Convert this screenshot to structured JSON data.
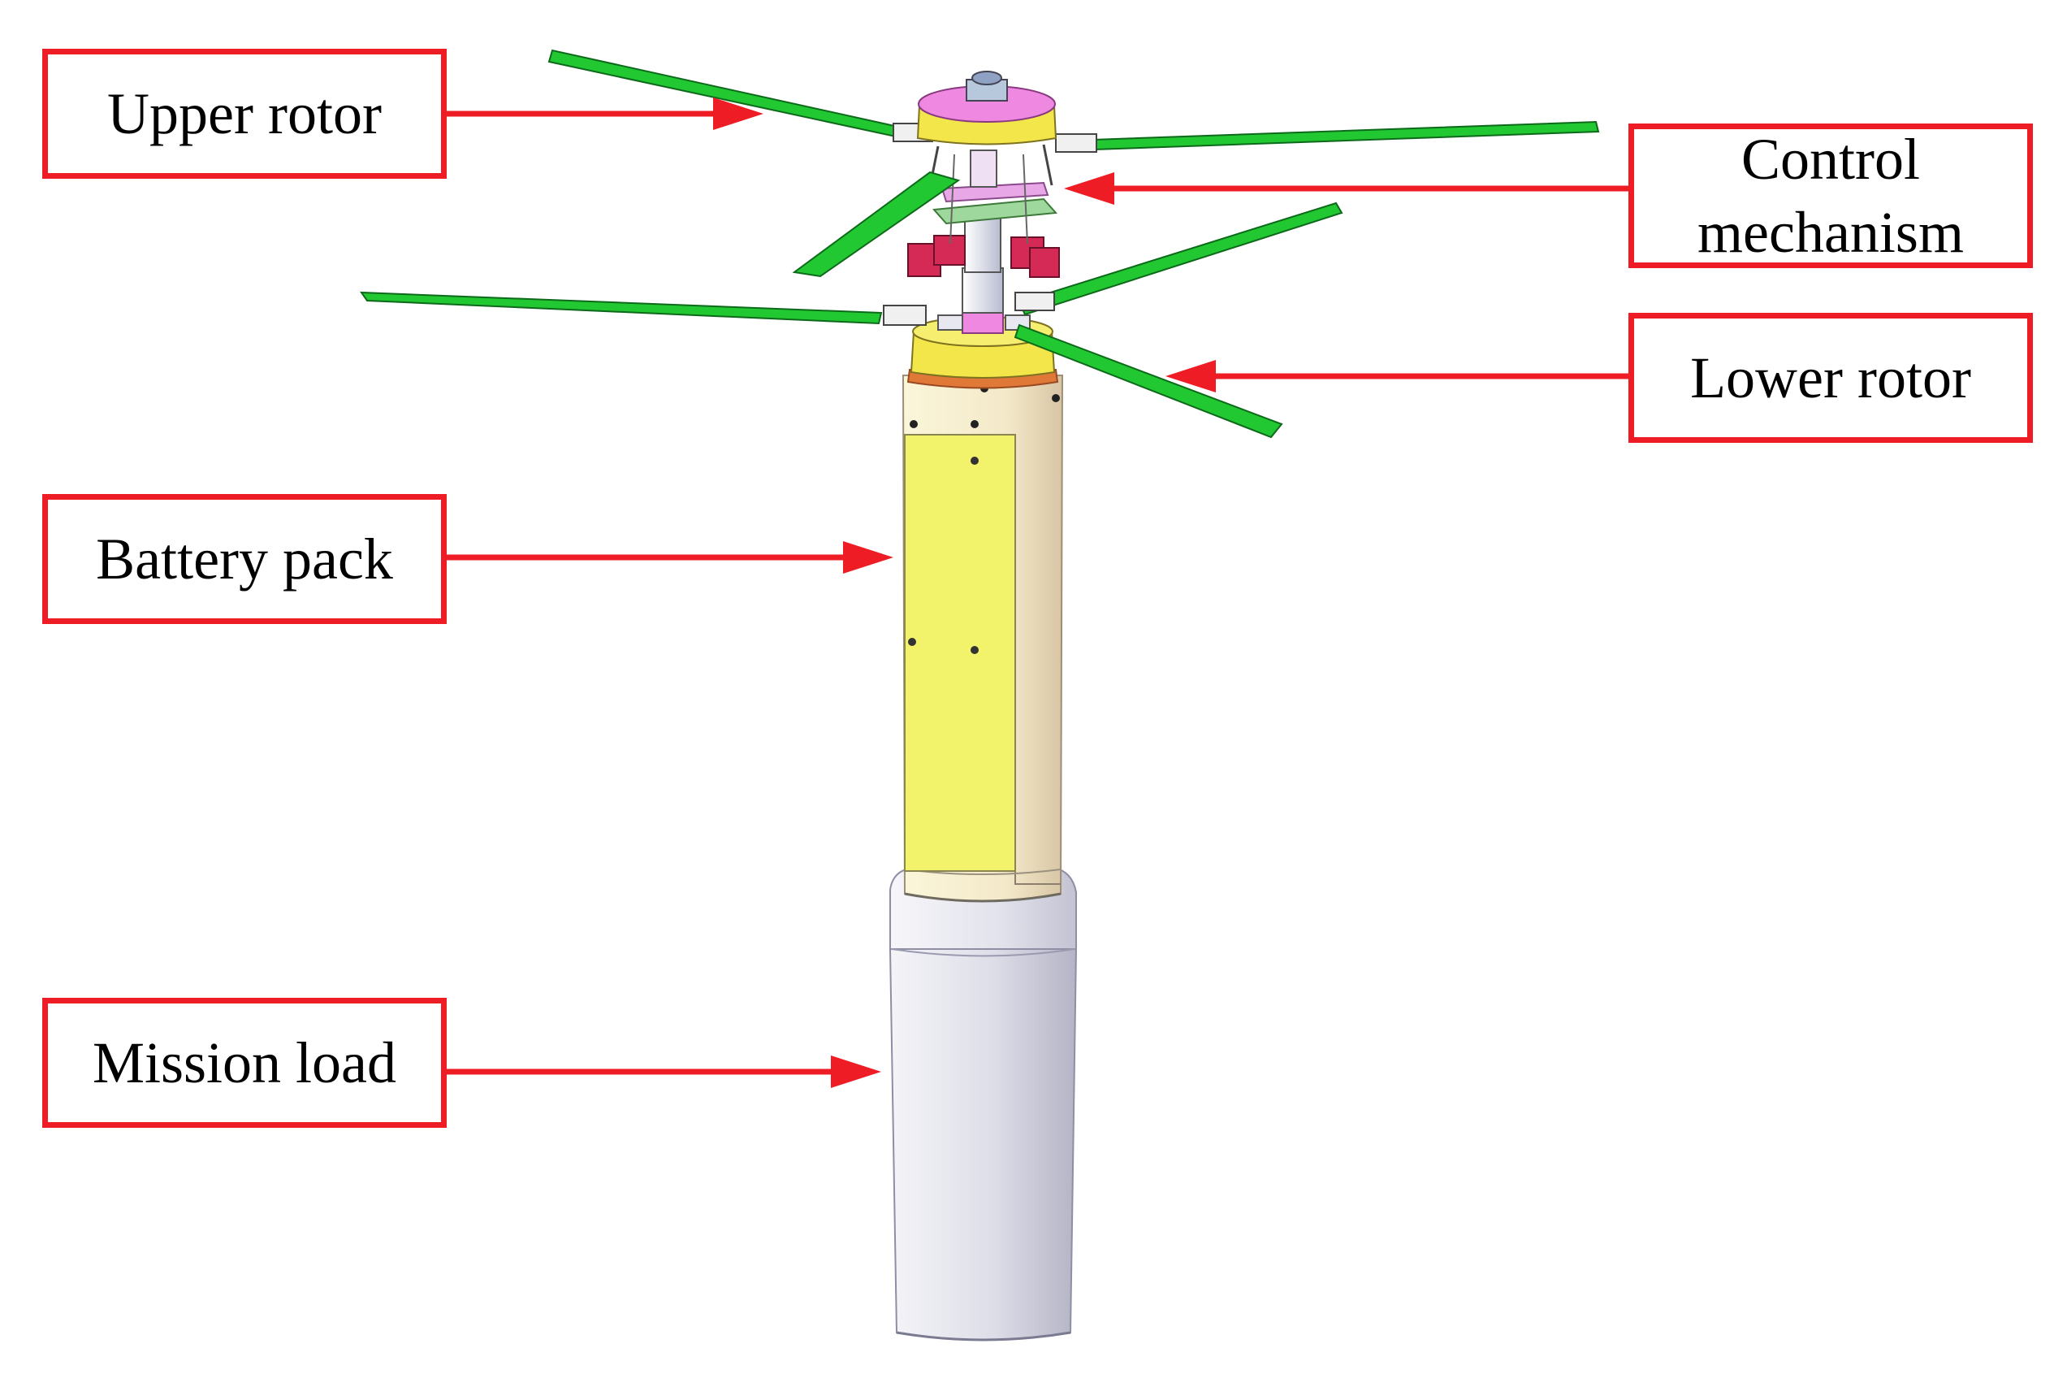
{
  "labels": {
    "upper_rotor": "Upper rotor",
    "control_mechanism_line1": "Control",
    "control_mechanism_line2": "mechanism",
    "lower_rotor": "Lower rotor",
    "battery_pack": "Battery pack",
    "mission_load": "Mission load"
  },
  "colors": {
    "callout_red": "#ee1c24",
    "blade_green": "#1ec81e",
    "battery_yellow": "#f3f36a",
    "hub_yellow": "#f2e64a",
    "hub_magenta": "#ee88e0",
    "servo_red": "#d62a56",
    "mission_silver": "#dcdce8"
  }
}
